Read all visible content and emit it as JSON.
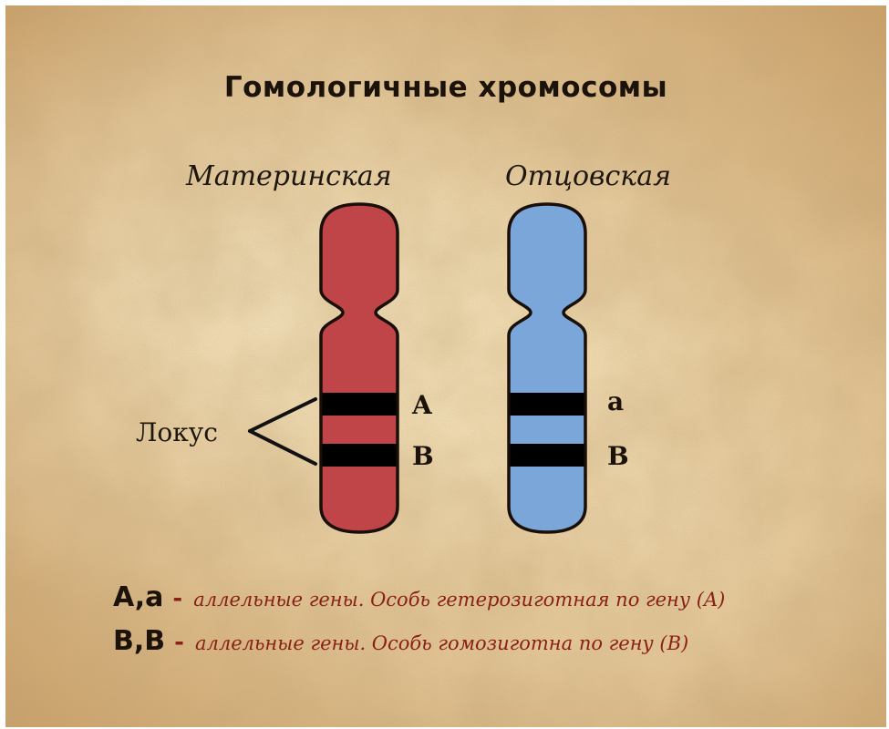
{
  "title": "Гомологичные хромосомы",
  "chromosomes": {
    "maternal": {
      "label": "Материнская",
      "color": "#bf4548",
      "alleles": [
        "A",
        "B"
      ]
    },
    "paternal": {
      "label": "Отцовская",
      "color": "#7aa6d9",
      "alleles": [
        "a",
        "B"
      ]
    }
  },
  "band_color": "#000000",
  "locus_label": "Локус",
  "legend": [
    {
      "key": "A,a",
      "desc": "аллельные гены. Особь гетерозиготная по гену (A)"
    },
    {
      "key": "B,B",
      "desc": "аллельные гены. Особь гомозиготна по гену  (B)"
    }
  ]
}
